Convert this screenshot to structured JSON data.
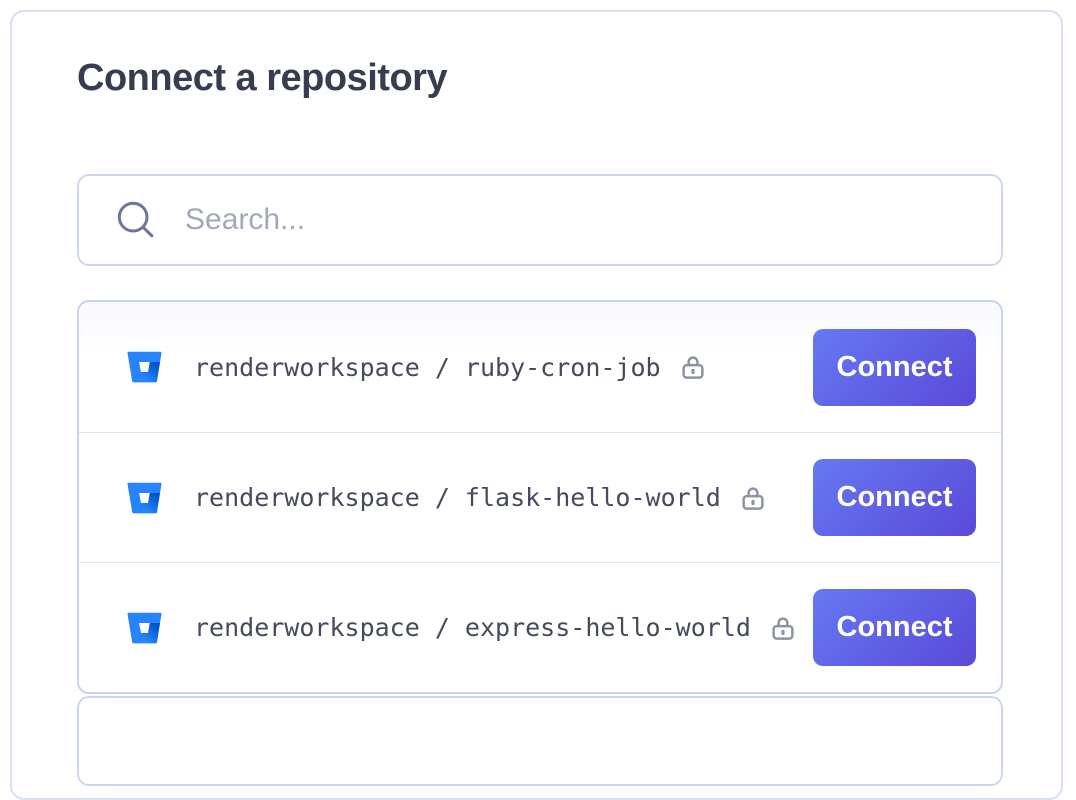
{
  "page": {
    "title": "Connect a repository"
  },
  "search": {
    "placeholder": "Search...",
    "icon": "search-icon"
  },
  "repo_list": {
    "provider_icon": "bitbucket-icon",
    "row_icon_right": "lock-icon",
    "rows": [
      {
        "full_name": "renderworkspace / ruby-cron-job",
        "connect_label": "Connect"
      },
      {
        "full_name": "renderworkspace / flask-hello-world",
        "connect_label": "Connect"
      },
      {
        "full_name": "renderworkspace / express-hello-world",
        "connect_label": "Connect"
      }
    ]
  },
  "colors": {
    "card_border": "#d7e0f6",
    "input_border": "#ccd6f2",
    "list_border": "#c9d3f0",
    "row_separator": "#dde2f0",
    "title_text": "#373d50",
    "repo_text": "#454b5c",
    "placeholder_text": "#a3a9bb",
    "button_gradient_start": "#6679f3",
    "button_gradient_end": "#5a49d8",
    "bitbucket_blue": "#2684FF",
    "bitbucket_dark_blue": "#0052CC",
    "lock_gray": "#8d93a2",
    "search_icon_gray": "#70769b"
  }
}
